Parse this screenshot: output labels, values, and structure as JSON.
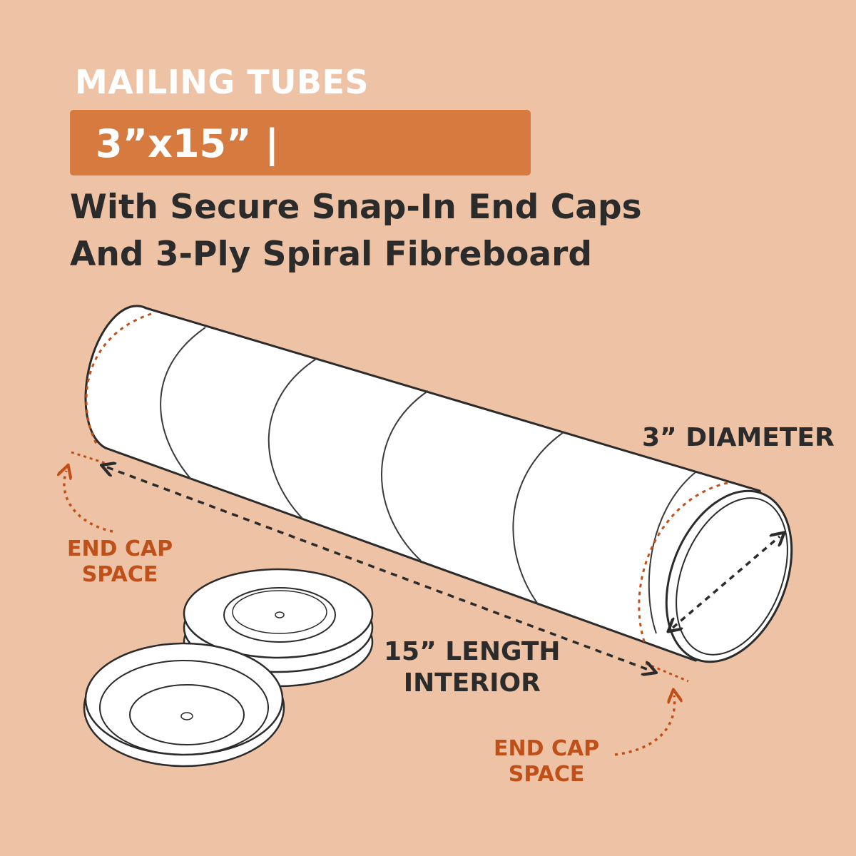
{
  "header": {
    "category": "MAILING TUBES",
    "size": "3”x15” |",
    "subtitle_line1": "With Secure Snap-In End Caps",
    "subtitle_line2": "And 3-Ply Spiral Fibreboard"
  },
  "labels": {
    "diameter": "3” DIAMETER",
    "length_line1": "15” LENGTH",
    "length_line2": "INTERIOR",
    "end_cap_left_line1": "END CAP",
    "end_cap_left_line2": "SPACE",
    "end_cap_right_line1": "END CAP",
    "end_cap_right_line2": "SPACE"
  },
  "colors": {
    "background": "#eec2a4",
    "accent": "#d67a40",
    "label_orange": "#c0501a",
    "text_dark": "#2b2b2b"
  }
}
